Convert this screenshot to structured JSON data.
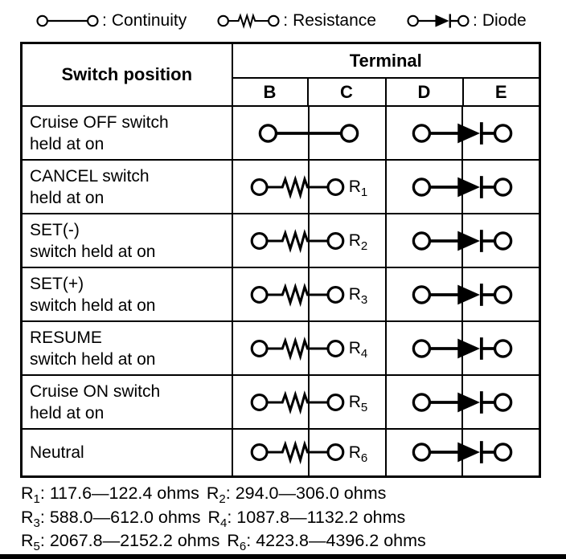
{
  "colors": {
    "ink": "#000000",
    "paper": "#ffffff"
  },
  "legend": {
    "colon": ":",
    "items": [
      {
        "symbol": "continuity",
        "label": "Continuity"
      },
      {
        "symbol": "resistance",
        "label": "Resistance"
      },
      {
        "symbol": "diode",
        "label": "Diode"
      }
    ]
  },
  "table": {
    "header": {
      "switch_position": "Switch position",
      "terminal": "Terminal",
      "terminals": [
        "B",
        "C",
        "D",
        "E"
      ]
    },
    "rows": [
      {
        "label_line1": "Cruise OFF switch",
        "label_line2": "held at on",
        "bc_symbol": "continuity",
        "de_symbol": "diode"
      },
      {
        "label_line1": "CANCEL switch",
        "label_line2": "held at on",
        "bc_symbol": "resistance",
        "resistor": "R",
        "resistor_sub": "1",
        "de_symbol": "diode"
      },
      {
        "label_line1": "SET(-)",
        "label_line2": "switch held at on",
        "bc_symbol": "resistance",
        "resistor": "R",
        "resistor_sub": "2",
        "de_symbol": "diode"
      },
      {
        "label_line1": "SET(+)",
        "label_line2": "switch held at on",
        "bc_symbol": "resistance",
        "resistor": "R",
        "resistor_sub": "3",
        "de_symbol": "diode"
      },
      {
        "label_line1": "RESUME",
        "label_line2": "switch held at on",
        "bc_symbol": "resistance",
        "resistor": "R",
        "resistor_sub": "4",
        "de_symbol": "diode"
      },
      {
        "label_line1": "Cruise ON switch",
        "label_line2": "held at on",
        "bc_symbol": "resistance",
        "resistor": "R",
        "resistor_sub": "5",
        "de_symbol": "diode"
      },
      {
        "label_line1": "Neutral",
        "label_line2": "",
        "bc_symbol": "resistance",
        "resistor": "R",
        "resistor_sub": "6",
        "de_symbol": "diode"
      }
    ]
  },
  "footer": {
    "lines": [
      [
        {
          "name": "R",
          "sub": "1",
          "range": ": 117.6—122.4 ohms"
        },
        {
          "name": "R",
          "sub": "2",
          "range": ": 294.0—306.0 ohms"
        }
      ],
      [
        {
          "name": "R",
          "sub": "3",
          "range": ": 588.0—612.0 ohms"
        },
        {
          "name": "R",
          "sub": "4",
          "range": ": 1087.8—1132.2 ohms"
        }
      ],
      [
        {
          "name": "R",
          "sub": "5",
          "range": ": 2067.8—2152.2 ohms"
        },
        {
          "name": "R",
          "sub": "6",
          "range": ": 4223.8—4396.2 ohms"
        }
      ]
    ]
  }
}
